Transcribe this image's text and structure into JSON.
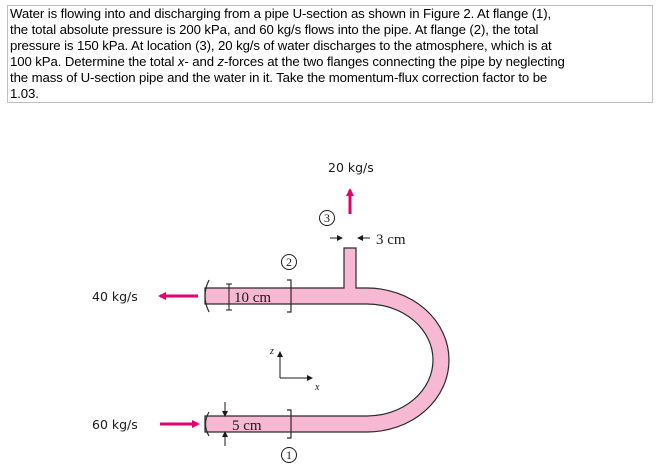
{
  "problem": {
    "lines": [
      "Water is flowing into and discharging from a pipe U-section as shown in Figure 2. At flange (1),",
      "the total absolute pressure is 200 kPa, and 60 kg/s flows into the pipe. At flange (2), the total",
      "pressure is 150 kPa. At location (3), 20 kg/s of water discharges to the atmosphere, which is at",
      "100 kPa. Determine the total ",
      "-forces at the two flanges connecting the pipe by neglecting",
      "the mass of U-section pipe and the water in it. Take the momentum-flux correction factor to be",
      "1.03."
    ],
    "forces_var_x": "x",
    "forces_and": "- and ",
    "forces_var_z": "z"
  },
  "figure": {
    "flow_top": "20 kg/s",
    "flow_left_upper": "40 kg/s",
    "flow_left_lower": "60 kg/s",
    "dim_upper": "10 cm",
    "dim_lower": "5 cm",
    "dim_vertical": "3 cm",
    "station_1": "1",
    "station_2": "2",
    "station_3": "3",
    "axis_z": "z",
    "axis_x": "x",
    "colors": {
      "pipe_fill": "#f7b8d3",
      "arrow": "#e5006e",
      "outline": "#2a2a2a"
    }
  }
}
